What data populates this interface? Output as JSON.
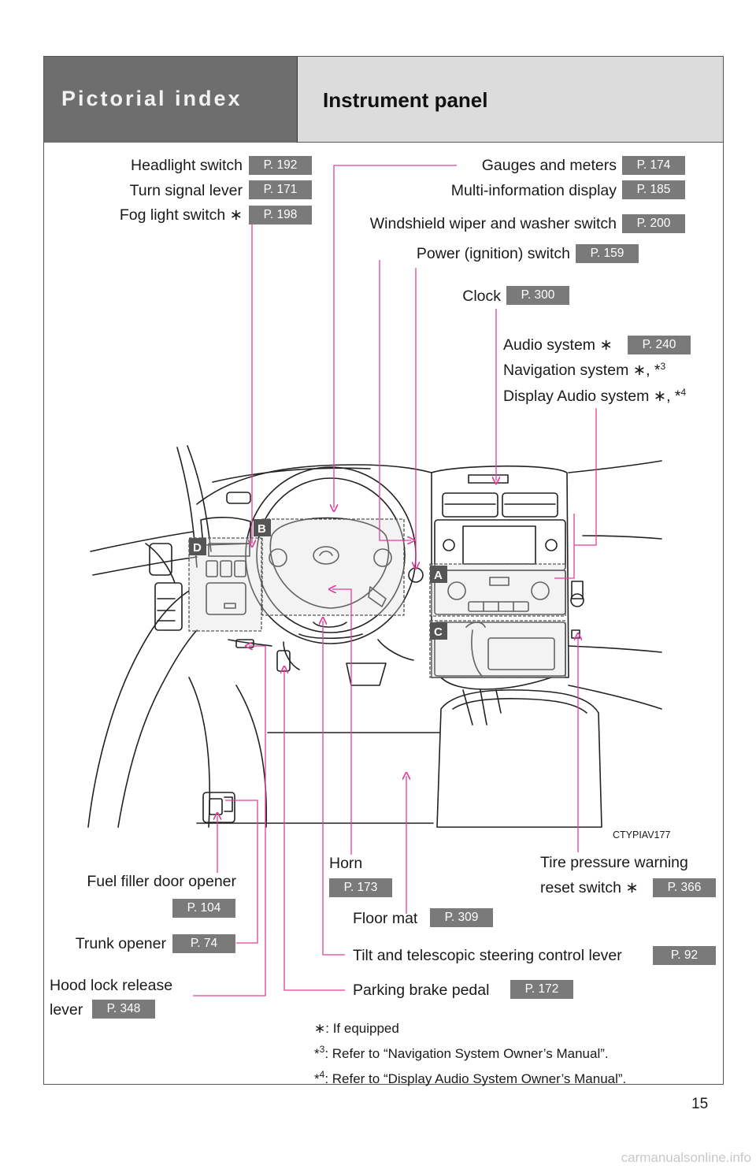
{
  "header": {
    "section": "Pictorial index",
    "title": "Instrument panel"
  },
  "labels": {
    "headlight": "Headlight switch",
    "turn_signal": "Turn signal lever",
    "fog_light": "Fog light switch ∗",
    "gauges": "Gauges and meters",
    "multi_info": "Multi-information display",
    "wiper": "Windshield wiper and washer switch",
    "power": "Power (ignition) switch",
    "clock": "Clock",
    "audio": "Audio system ∗",
    "navigation": "Navigation system ∗, *",
    "navigation_sup": "3",
    "display_audio": "Display Audio system ∗, *",
    "display_audio_sup": "4",
    "fuel_filler": "Fuel filler door opener",
    "trunk": "Trunk opener",
    "hood_1": "Hood lock release",
    "hood_2": "lever",
    "horn": "Horn",
    "floor_mat": "Floor mat",
    "tilt": "Tilt and telescopic steering control lever",
    "parking": "Parking brake pedal",
    "tire_1": "Tire pressure warning",
    "tire_2": "reset switch ∗"
  },
  "pages": {
    "headlight": "P. 192",
    "turn_signal": "P. 171",
    "fog_light": "P. 198",
    "gauges": "P. 174",
    "multi_info": "P. 185",
    "wiper": "P. 200",
    "power": "P. 159",
    "clock": "P. 300",
    "audio": "P. 240",
    "fuel_filler": "P. 104",
    "trunk": "P. 74",
    "hood": "P. 348",
    "horn": "P. 173",
    "floor_mat": "P. 309",
    "tilt": "P. 92",
    "parking": "P. 172",
    "tire": "P. 366"
  },
  "figure": {
    "code": "CTYPIAV177",
    "callouts": [
      "A",
      "B",
      "C",
      "D"
    ]
  },
  "notes": {
    "equipped": "∗: If equipped",
    "nav_mark": "*",
    "nav_sup": "3",
    "nav_text": ": Refer to “Navigation System Owner’s Manual”.",
    "da_mark": "*",
    "da_sup": "4",
    "da_text": ": Refer to “Display Audio System Owner’s Manual”."
  },
  "page_number": "15",
  "watermark": "carmanualsonline.info",
  "colors": {
    "leader": "#e0409a",
    "page_tag": "#7a7a7a",
    "header_dark": "#6e6e6e",
    "header_light": "#dcdcdc"
  }
}
